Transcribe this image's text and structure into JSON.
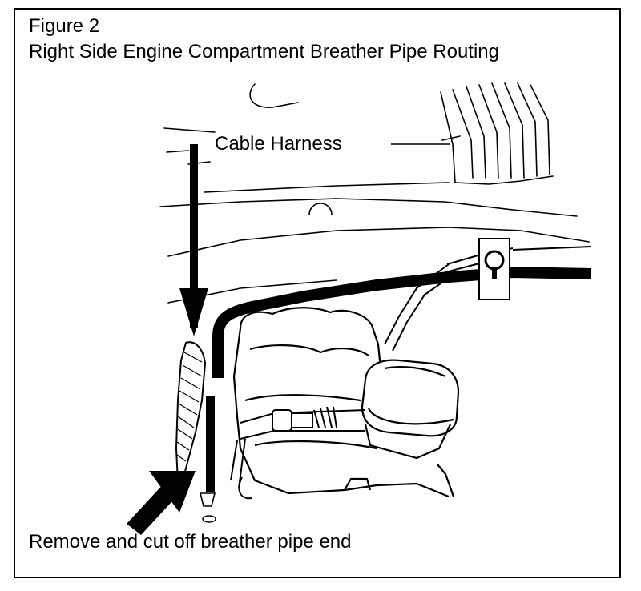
{
  "figure": {
    "number": "Figure 2",
    "title": "Right Side Engine Compartment Breather Pipe Routing"
  },
  "labels": {
    "cable_harness": "Cable Harness",
    "caption": "Remove and cut off breather pipe end"
  }
}
